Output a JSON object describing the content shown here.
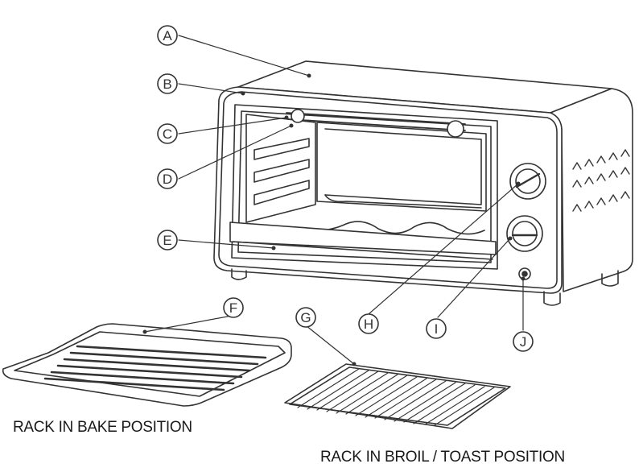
{
  "callouts": {
    "A": "A",
    "B": "B",
    "C": "C",
    "D": "D",
    "E": "E",
    "F": "F",
    "G": "G",
    "H": "H",
    "I": "I",
    "J": "J"
  },
  "captions": {
    "bake": "RACK IN BAKE POSITION",
    "broil": "RACK IN BROIL / TOAST POSITION"
  }
}
